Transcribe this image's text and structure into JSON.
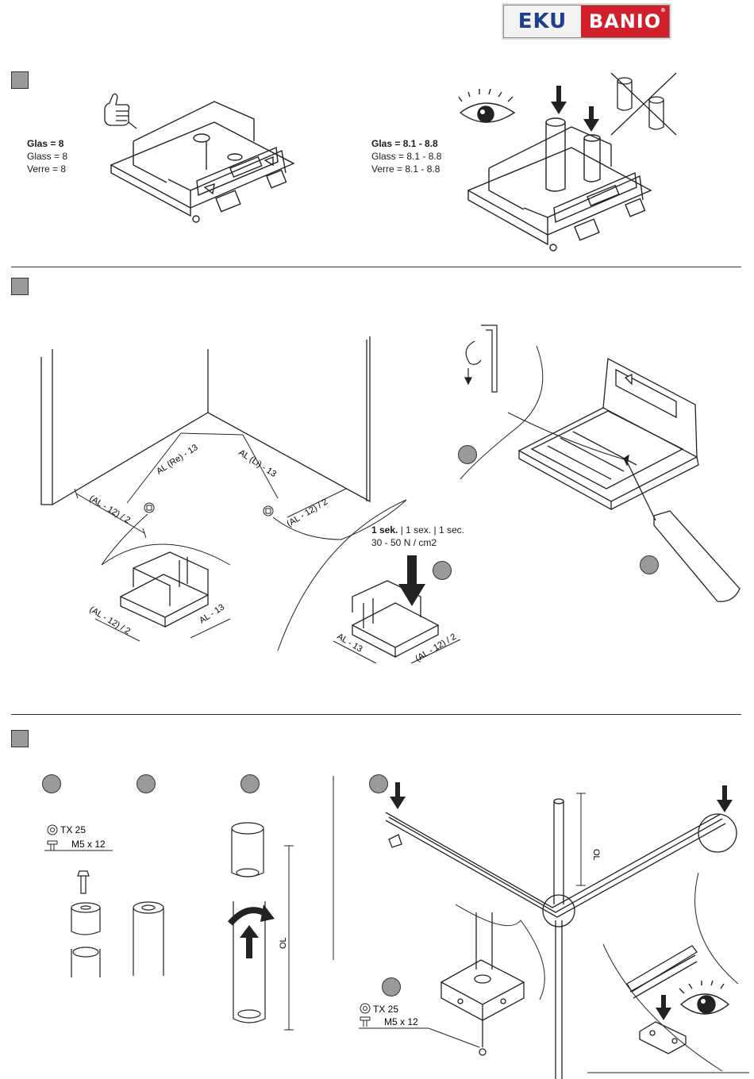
{
  "brand": {
    "left": "EKU",
    "right": "BANIO",
    "registered": "®"
  },
  "section1": {
    "left": {
      "de": "Glas  = 8",
      "en": "Glass = 8",
      "fr": "Verre = 8"
    },
    "right": {
      "de": "Glas  = 8.1 - 8.8",
      "en": "Glass = 8.1 - 8.8",
      "fr": "Verre = 8.1 - 8.8"
    }
  },
  "section2": {
    "dims": {
      "al_re": "AL (Re) - 13",
      "al_li": "AL (Li) - 13",
      "half_left": "(AL - 12) / 2",
      "half_right": "(AL - 12) / 2",
      "detail_left_half": "(AL - 12) / 2",
      "detail_left_al": "AL - 13",
      "detail_right_al": "AL - 13",
      "detail_right_half": "(AL - 12) / 2"
    },
    "press": {
      "time_bold": "1 sek.",
      "time_rest": " | 1 sex. | 1 sec.",
      "force": "30 - 50 N / cm2"
    }
  },
  "section3": {
    "screw_a": {
      "drive": "TX 25",
      "size": "M5 x 12"
    },
    "screw_b": {
      "drive": "TX 25",
      "size": "M5 x 12"
    },
    "length_label": "OL",
    "length_label_2": "OL"
  }
}
